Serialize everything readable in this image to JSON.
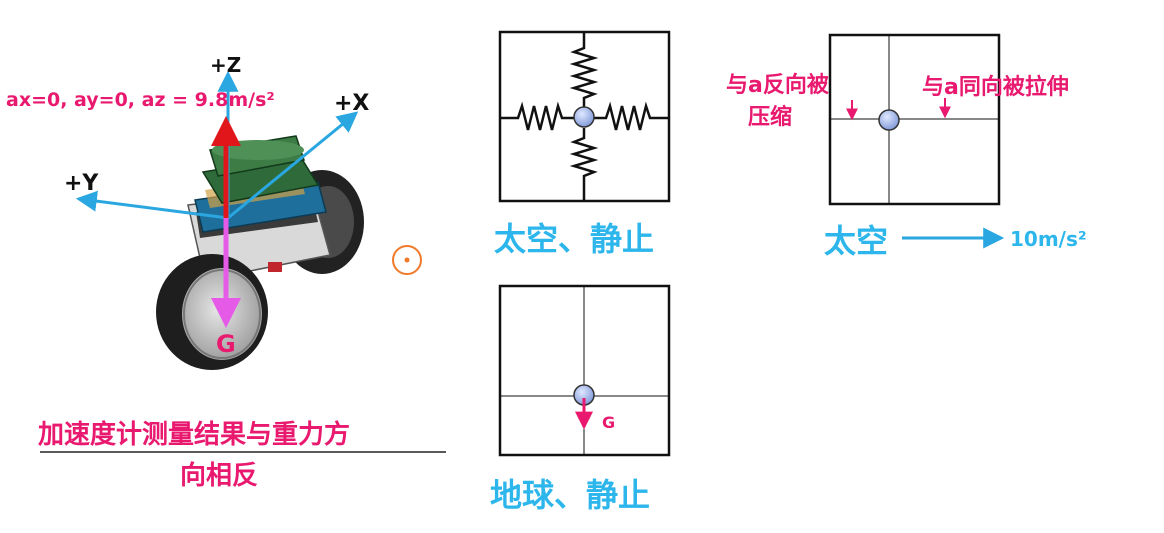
{
  "robot": {
    "axis_z": "+Z",
    "axis_x": "+X",
    "axis_y": "+Y",
    "accel_label": "ax=0, ay=0, az = 9.8m/s²",
    "gravity_label": "G",
    "caption_line1": "加速度计测量结果与重力方",
    "caption_line2": "向相反"
  },
  "panels": {
    "space_static": {
      "caption": "太空、静止"
    },
    "earth_static": {
      "caption": "地球、静止",
      "gravity_label": "G"
    },
    "space_accel": {
      "caption": "太空",
      "accel_label": "10m/s²",
      "left_note_line1": "与a反向被",
      "left_note_line2": "压缩",
      "right_note": "与a同向被拉伸"
    }
  },
  "colors": {
    "annotation_pink": "#e8196e",
    "caption_cyan": "#2cb6ec",
    "axis_blue": "#2aa7e0",
    "z_arrow_red": "#e0161b",
    "g_arrow_magenta": "#e55ae6",
    "ball_fill": "#9fb4e8",
    "cursor_orange": "#f07a2a"
  }
}
